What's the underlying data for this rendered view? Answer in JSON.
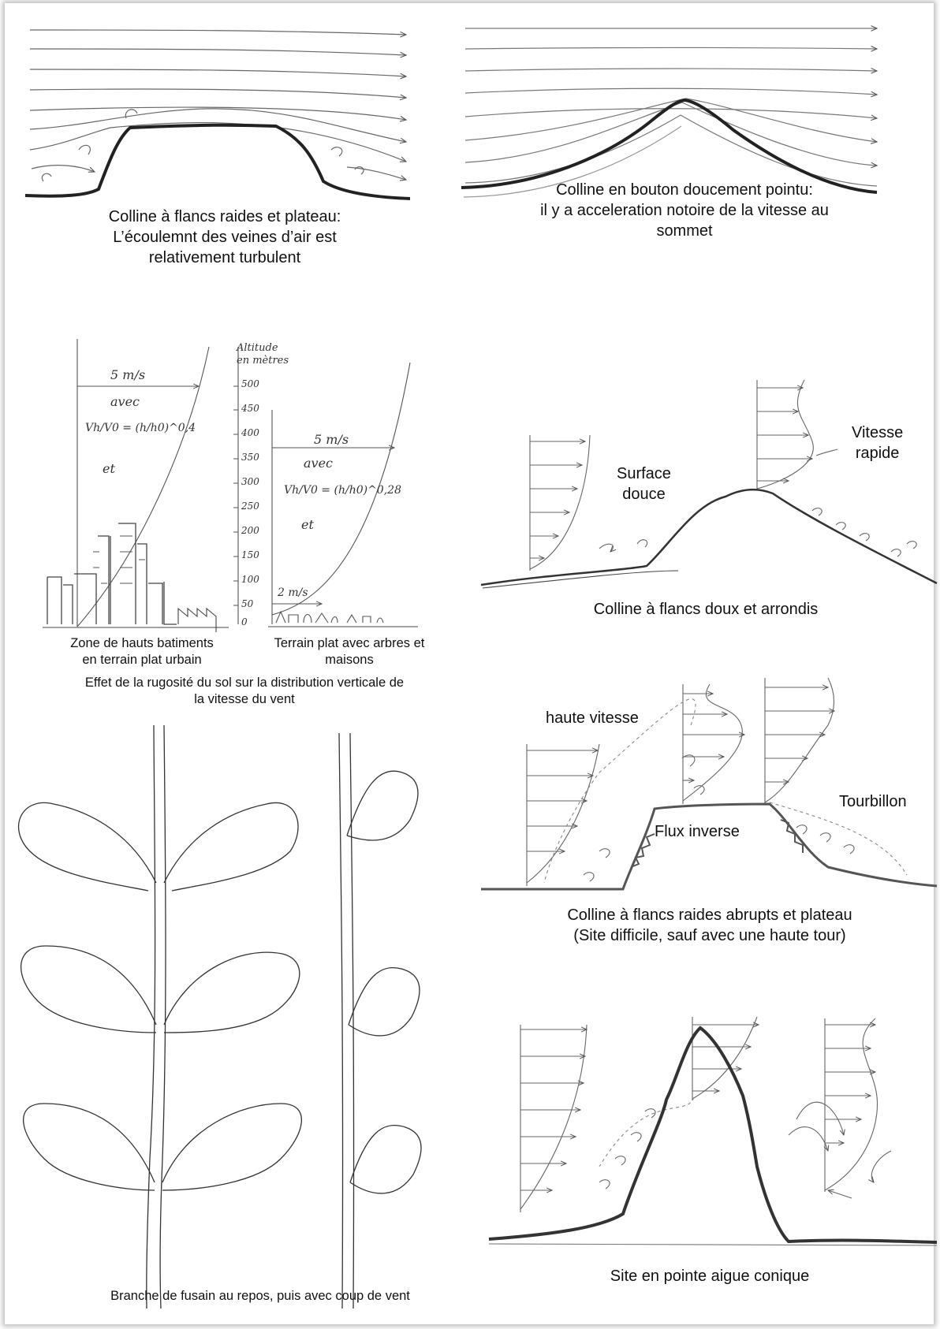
{
  "captions": {
    "steep_plateau": [
      "Colline à flancs raides et plateau:",
      "L’écoulemnt des veines d’air est",
      "relativement turbulent"
    ],
    "pointed_hill": [
      "Colline en bouton doucement pointu:",
      "il y a acceleration notoire de la vitesse au",
      "sommet"
    ],
    "urban_zone": [
      "Zone de hauts batiments",
      "en terrain plat urbain"
    ],
    "flat_terrain": [
      "Terrain plat avec arbres et",
      "maisons"
    ],
    "roughness_effect": [
      "Effet de la rugosité du sol sur la distribution verticale de",
      "la vitesse du vent"
    ],
    "gentle_hill": "Colline à flancs doux et arrondis",
    "abrupt_plateau": [
      "Colline à flancs raides abrupts et plateau",
      "(Site difficile, sauf avec une haute tour)"
    ],
    "branch": "Branche de fusain au repos, puis avec coup de vent",
    "conical_peak": "Site en pointe aigue conique"
  },
  "labels": {
    "surface_douce": [
      "Surface",
      "douce"
    ],
    "vitesse_rapide": [
      "Vitesse",
      "rapide"
    ],
    "haute_vitesse": "haute vitesse",
    "tourbillon": "Tourbillon",
    "flux_inverse": "Flux inverse"
  },
  "handwritten": {
    "speed_5": "5 m/s",
    "speed_2": "2 m/s",
    "avec": "avec",
    "et": "et",
    "formula_left": "Vh/V0 = (h/h0)^0,4",
    "formula_right": "Vh/V0 = (h/h0)^0,28",
    "axis_title": [
      "Altitude",
      "en mètres"
    ],
    "axis_ticks": [
      "500",
      "450",
      "400",
      "350",
      "300",
      "250",
      "200",
      "150",
      "100",
      "50",
      "0"
    ]
  }
}
